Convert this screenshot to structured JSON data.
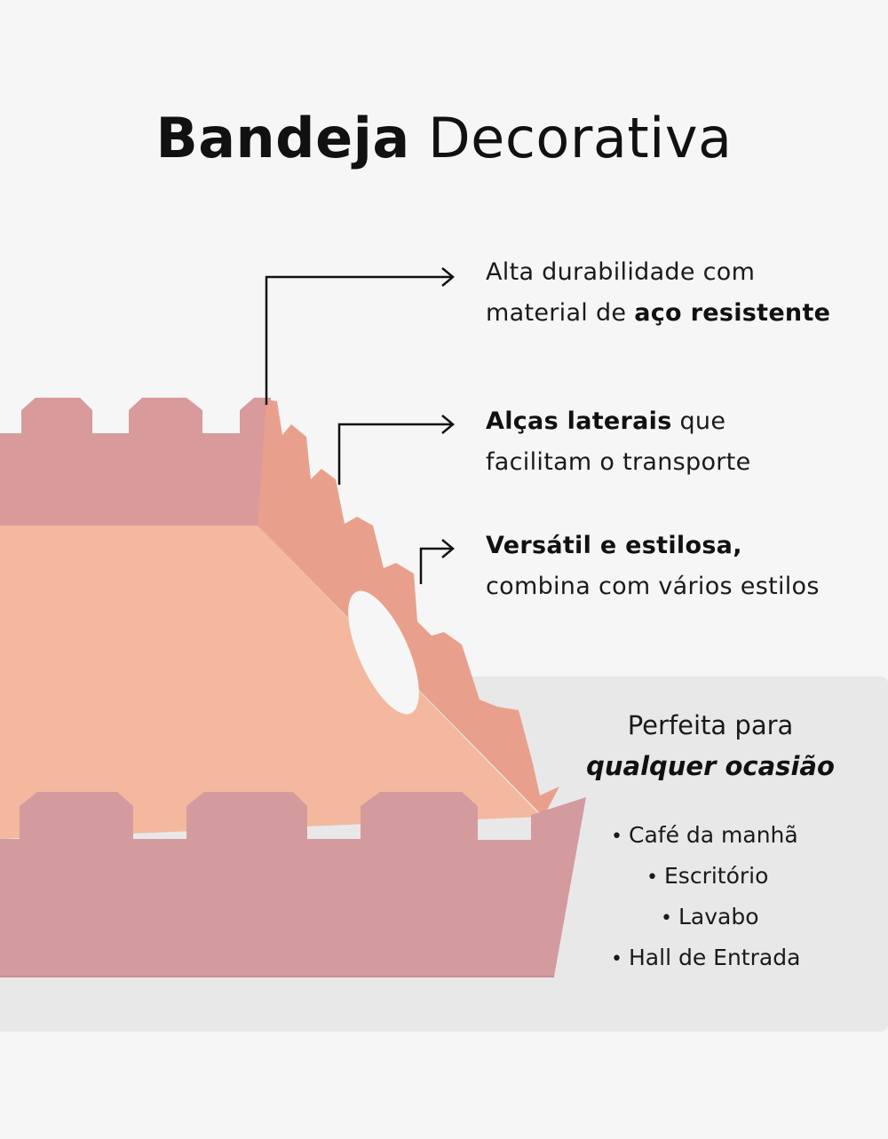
{
  "title": {
    "bold": "Bandeja",
    "light": "Decorativa"
  },
  "features": [
    {
      "line1": "Alta durabilidade com",
      "line2_prefix": "material de ",
      "line2_bold": "aço resistente"
    },
    {
      "line1_bold": "Alças laterais",
      "line1_suffix": " que",
      "line2": "facilitam o transporte"
    },
    {
      "line1_bold": "Versátil e estilosa,",
      "line2": "combina com vários estilos"
    }
  ],
  "occasion": {
    "line1": "Perfeita para",
    "line2": "qualquer ocasião"
  },
  "uses": [
    "Café da manhã",
    "Escritório",
    "Lavabo",
    "Hall de Entrada"
  ],
  "colors": {
    "background": "#f6f6f6",
    "panel": "#e8e8e8",
    "tray_back": "#d99a9c",
    "tray_floor": "#f3b89e",
    "tray_side": "#e8a08c",
    "tray_front": "#d49b9f",
    "text": "#111111"
  }
}
